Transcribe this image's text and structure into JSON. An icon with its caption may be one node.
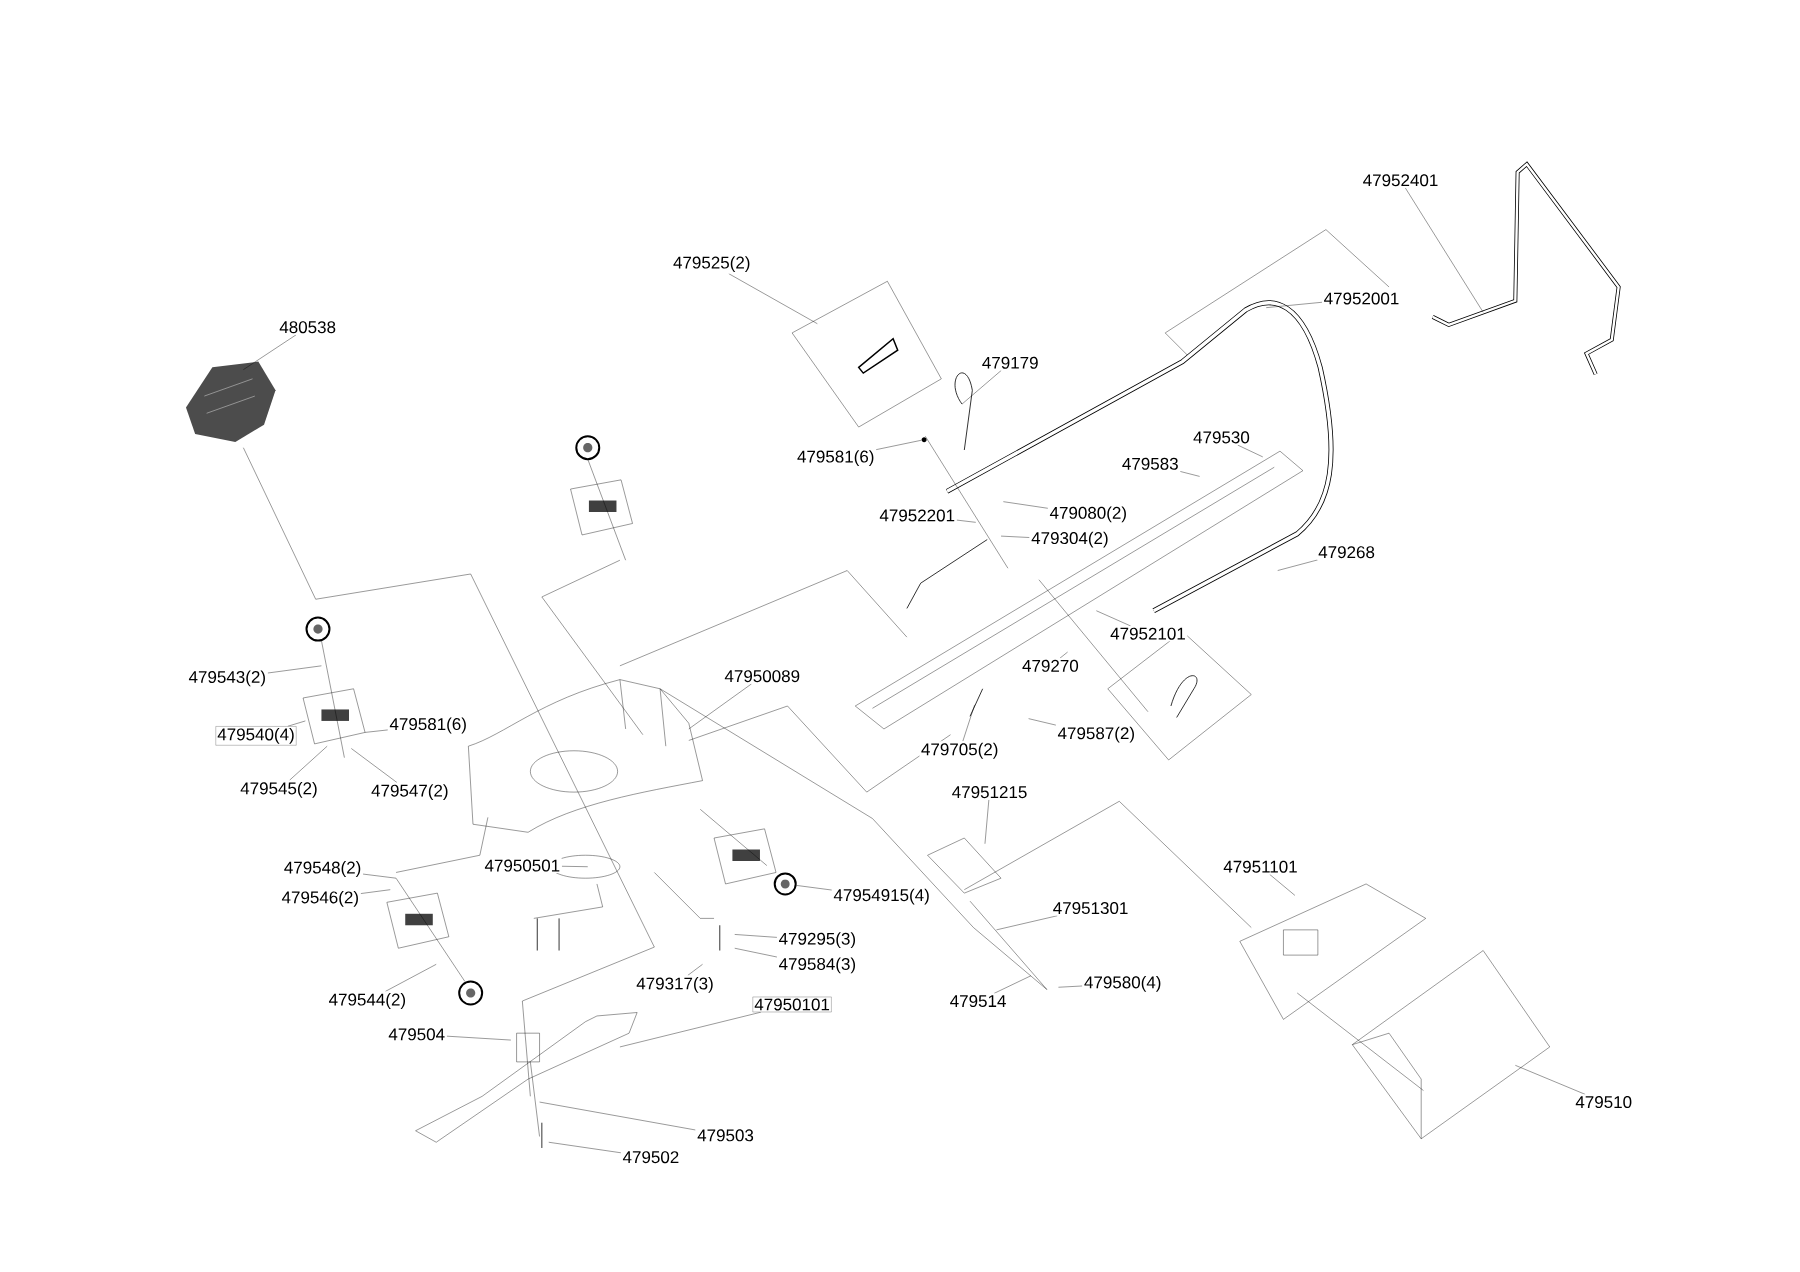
{
  "diagram": {
    "nodes": [
      {
        "text": [
          "47952401"
        ]
      },
      {
        "text": [
          "479525(2)"
        ]
      },
      {
        "text": [
          "47952001"
        ]
      },
      {
        "text": [
          "480538"
        ]
      },
      {
        "text": [
          "479179"
        ]
      },
      {
        "text": [
          "479581(6)"
        ]
      },
      {
        "text": [
          "479530"
        ]
      },
      {
        "text": [
          "479583"
        ]
      },
      {
        "text": [
          "47952201"
        ]
      },
      {
        "text": [
          "479080(2)"
        ]
      },
      {
        "text": [
          "479304(2)"
        ]
      },
      {
        "text": [
          "479268"
        ]
      },
      {
        "text": [
          "47952101"
        ]
      },
      {
        "text": [
          "479543(2)"
        ]
      },
      {
        "text": [
          "47950089"
        ]
      },
      {
        "text": [
          "479270"
        ]
      },
      {
        "text": [
          "479540(4)"
        ]
      },
      {
        "text": [
          "479581(6)"
        ]
      },
      {
        "text": [
          "479705(2)"
        ]
      },
      {
        "text": [
          "479587(2)"
        ]
      },
      {
        "text": [
          "479545(2)"
        ]
      },
      {
        "text": [
          "479547(2)"
        ]
      },
      {
        "text": [
          "47951215"
        ]
      },
      {
        "text": [
          "479548(2)"
        ]
      },
      {
        "text": [
          "47950501"
        ]
      },
      {
        "text": [
          "479546(2)"
        ]
      },
      {
        "text": [
          "47951101"
        ]
      },
      {
        "text": [
          "47954915(4)"
        ]
      },
      {
        "text": [
          "47951301"
        ]
      },
      {
        "text": [
          "479295(3)"
        ]
      },
      {
        "text": [
          "479584(3)"
        ]
      },
      {
        "text": [
          "479317(3)"
        ]
      },
      {
        "text": [
          "479580(4)"
        ]
      },
      {
        "text": [
          "479544(2)"
        ]
      },
      {
        "text": [
          "479514"
        ]
      },
      {
        "text": [
          "47950101"
        ]
      },
      {
        "text": [
          "479504"
        ]
      },
      {
        "text": [
          "479510"
        ]
      },
      {
        "text": [
          "479503"
        ]
      },
      {
        "text": [
          "479502"
        ]
      },
      {
        "text": [],
        "shape": "box"
      },
      {
        "text": [],
        "shape": "circle"
      },
      {
        "text": [],
        "shape": "circle"
      }
    ],
    "edges": [
      {
        "from": 0,
        "to": null,
        "arrow": "none"
      },
      {
        "from": 1,
        "to": 40,
        "arrow": "none"
      },
      {
        "from": 2,
        "to": null,
        "arrow": "none"
      },
      {
        "from": 3,
        "to": null,
        "arrow": "none"
      },
      {
        "from": 4,
        "to": null,
        "arrow": "none"
      },
      {
        "from": 5,
        "to": 41,
        "arrow": "none"
      },
      {
        "from": 6,
        "to": null,
        "arrow": "none"
      },
      {
        "from": 7,
        "to": null,
        "arrow": "none"
      },
      {
        "from": 8,
        "to": null,
        "arrow": "none"
      },
      {
        "from": 9,
        "to": null,
        "arrow": "none"
      },
      {
        "from": 10,
        "to": null,
        "arrow": "none"
      },
      {
        "from": 11,
        "to": null,
        "arrow": "none"
      },
      {
        "from": 12,
        "to": null,
        "arrow": "none"
      },
      {
        "from": 13,
        "to": null,
        "arrow": "none"
      },
      {
        "from": 14,
        "to": null,
        "arrow": "none"
      },
      {
        "from": 15,
        "to": null,
        "arrow": "none"
      },
      {
        "from": 16,
        "to": null,
        "arrow": "none"
      },
      {
        "from": 17,
        "to": null,
        "arrow": "none"
      },
      {
        "from": 18,
        "to": null,
        "arrow": "none"
      },
      {
        "from": 19,
        "to": null,
        "arrow": "none"
      },
      {
        "from": 20,
        "to": null,
        "arrow": "none"
      },
      {
        "from": 21,
        "to": null,
        "arrow": "none"
      },
      {
        "from": 22,
        "to": null,
        "arrow": "none"
      },
      {
        "from": 23,
        "to": null,
        "arrow": "none"
      },
      {
        "from": 24,
        "to": null,
        "arrow": "none"
      },
      {
        "from": 25,
        "to": null,
        "arrow": "none"
      },
      {
        "from": 26,
        "to": null,
        "arrow": "none"
      },
      {
        "from": 27,
        "to": 42,
        "arrow": "none"
      },
      {
        "from": 28,
        "to": null,
        "arrow": "none"
      },
      {
        "from": 29,
        "to": null,
        "arrow": "none"
      },
      {
        "from": 30,
        "to": null,
        "arrow": "none"
      },
      {
        "from": 31,
        "to": null,
        "arrow": "none"
      },
      {
        "from": 32,
        "to": null,
        "arrow": "none"
      },
      {
        "from": 33,
        "to": null,
        "arrow": "none"
      },
      {
        "from": 34,
        "to": null,
        "arrow": "none"
      },
      {
        "from": 35,
        "to": null,
        "arrow": "none"
      },
      {
        "from": 36,
        "to": null,
        "arrow": "none"
      },
      {
        "from": 37,
        "to": null,
        "arrow": "none"
      },
      {
        "from": 38,
        "to": null,
        "arrow": "none"
      },
      {
        "from": 39,
        "to": null,
        "arrow": "none"
      }
    ]
  }
}
